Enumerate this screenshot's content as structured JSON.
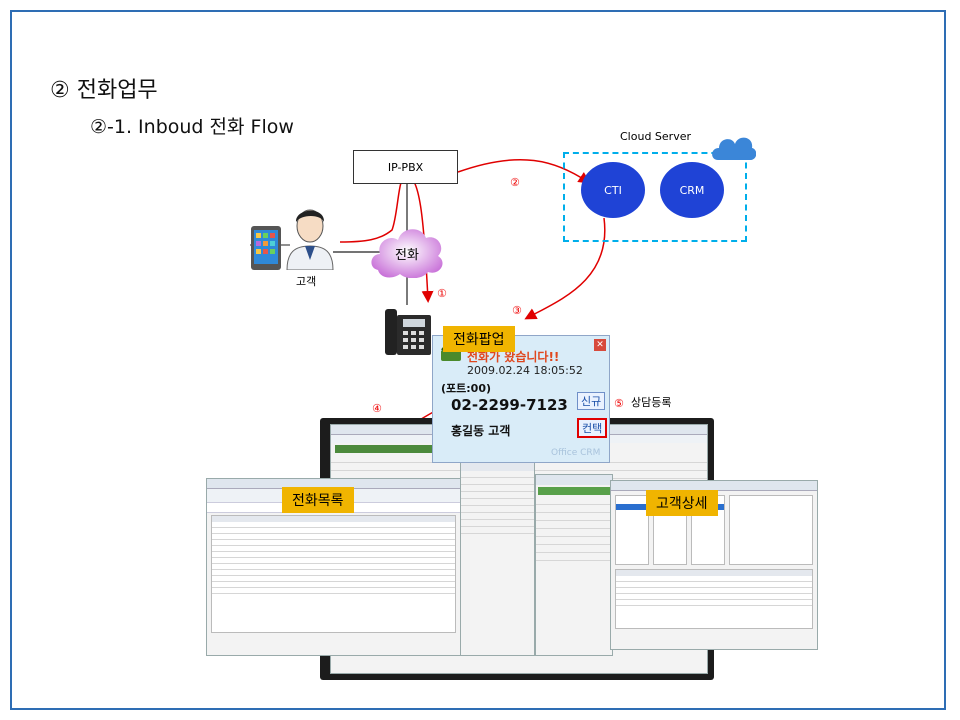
{
  "title": "② 전화업무",
  "subtitle": "②-1. Inboud 전화 Flow",
  "nodes": {
    "pbx": "IP-PBX",
    "cloud_server": "Cloud Server",
    "cti": "CTI",
    "crm": "CRM",
    "phone_network": "전화",
    "customer": "고객"
  },
  "steps": {
    "s1": "①",
    "s2": "②",
    "s3": "③",
    "s4": "④",
    "s5": "⑤"
  },
  "labels": {
    "popup": "전화팝업",
    "call_list": "전화목록",
    "customer_detail": "고객상세",
    "consult_register": "상담등록"
  },
  "popup": {
    "headline": "전화가 왔습니다!!",
    "datetime": "2009.02.24 18:05:52",
    "port": "(포트:00)",
    "phone_number": "02-2299-7123",
    "customer_name": "홍길동 고객",
    "new_button": "신규",
    "contact_button": "컨택",
    "watermark": "Office CRM"
  },
  "colors": {
    "accent_red": "#e00000",
    "node_blue": "#1f43d6",
    "cloud_dash": "#00aeea",
    "label_yellow": "#f0b400",
    "frame_blue": "#2e6db4"
  }
}
